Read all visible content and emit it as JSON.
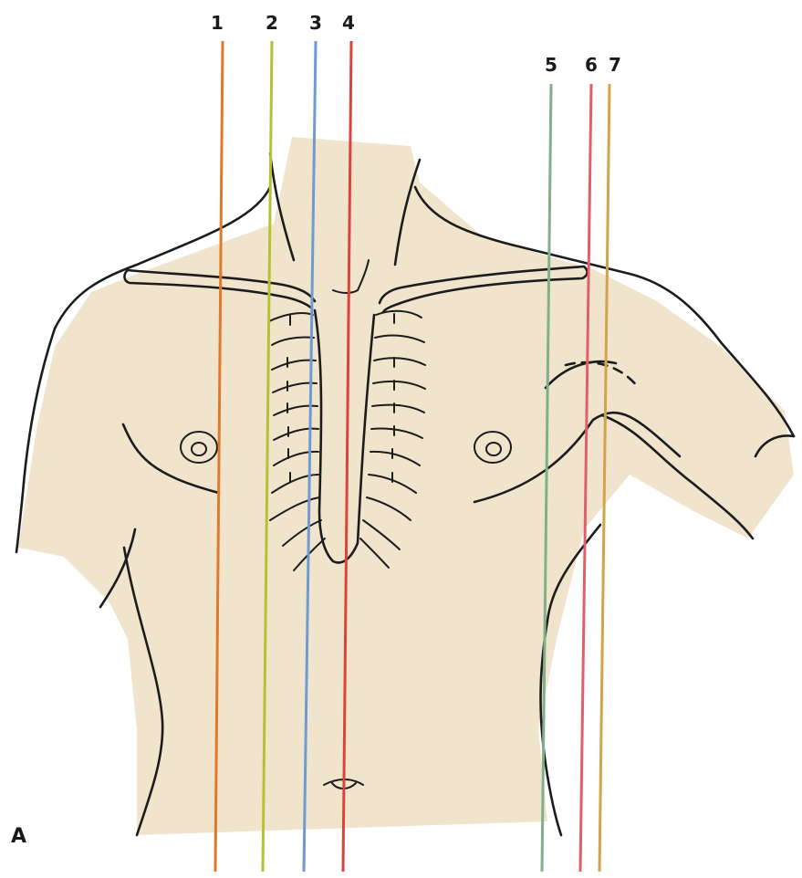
{
  "figure": {
    "panel_label": "A",
    "skin_color": "#eedfc4",
    "outline_color": "#1c1c1c",
    "lines": [
      {
        "label": "1",
        "color": "#e07a2a"
      },
      {
        "label": "2",
        "color": "#b5c234"
      },
      {
        "label": "3",
        "color": "#6f9bd4"
      },
      {
        "label": "4",
        "color": "#d9453a"
      },
      {
        "label": "5",
        "color": "#7fb08a"
      },
      {
        "label": "6",
        "color": "#e0606a"
      },
      {
        "label": "7",
        "color": "#d3a24a"
      }
    ]
  }
}
